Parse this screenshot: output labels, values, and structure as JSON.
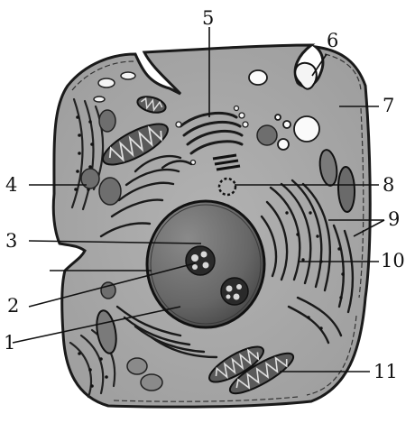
{
  "labels": {
    "l1": "1",
    "l2": "2",
    "l3": "3",
    "l4": "4",
    "l5": "5",
    "l6": "6",
    "l7": "7",
    "l8": "8",
    "l9": "9",
    "l10": "10",
    "l11": "11"
  },
  "colors": {
    "cytoplasm": "#a8a8a8",
    "nucleus": "#6a6a6a",
    "outline": "#1a1a1a",
    "vesicle": "#f4f4f4"
  }
}
